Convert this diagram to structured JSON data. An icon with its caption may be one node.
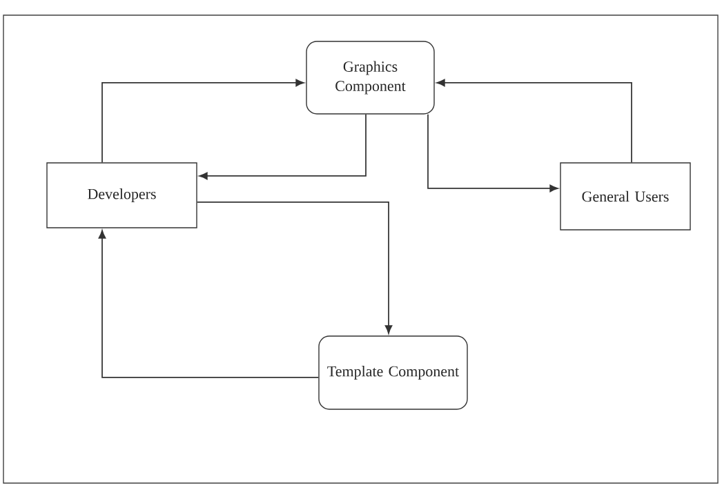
{
  "diagram": {
    "nodes": [
      {
        "text": [
          "Graphics Component"
        ]
      },
      {
        "text": [
          "Developers"
        ]
      },
      {
        "text": [
          "General Users"
        ]
      },
      {
        "text": [
          "Template Component"
        ]
      }
    ],
    "edges": [
      {
        "from": 1,
        "to": 0,
        "arrow": "to"
      },
      {
        "from": 0,
        "to": 1,
        "arrow": "to"
      },
      {
        "from": 0,
        "to": 2,
        "arrow": "to"
      },
      {
        "from": 2,
        "to": 0,
        "arrow": "to"
      },
      {
        "from": 1,
        "to": 3,
        "arrow": "to"
      },
      {
        "from": 3,
        "to": 1,
        "arrow": "to"
      }
    ]
  }
}
